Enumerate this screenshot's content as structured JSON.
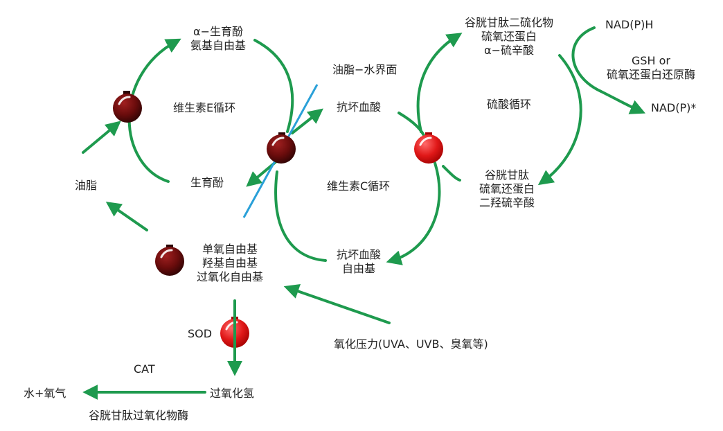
{
  "labels": {
    "alpha_toc_radical": [
      "α−生育酚",
      "氨基自由基"
    ],
    "vit_e_cycle": "维生素E循环",
    "tocopherol": "生育酚",
    "oil": "油脂",
    "oil_water_interface": "油脂−水界面",
    "ascorbic_acid": "抗坏血酸",
    "vit_c_cycle": "维生素C循环",
    "ascorbyl_radical": [
      "抗坏血酸",
      "自由基"
    ],
    "radicals": [
      "单氧自由基",
      "羟基自由基",
      "过氧化自由基"
    ],
    "oxidative_stress": "氧化压力(UVA、UVB、臭氧等)",
    "sod": "SOD",
    "cat": "CAT",
    "hydrogen_peroxide": "过氧化氢",
    "water_oxygen": "水+氧气",
    "gpx": "谷胱甘肽过氧化物酶",
    "oxidized_group": [
      "谷胱甘肽二硫化物",
      "硫氧还蛋白",
      "α−硫辛酸"
    ],
    "thiol_cycle": "硫酸循环",
    "reduced_group": [
      "谷胱甘肽",
      "硫氧还蛋白",
      "二羟硫辛酸"
    ],
    "nadph": "NAD(P)H",
    "enzymes": [
      "GSH or",
      "硫氧还蛋白还原酶"
    ],
    "nadp": "NAD(P)*"
  },
  "colors": {
    "arrow_green": "#1e9a4e",
    "interface_blue": "#2aa0d8",
    "dark_red_ball": "#5a0a0a",
    "bright_red_ball": "#e02020"
  }
}
